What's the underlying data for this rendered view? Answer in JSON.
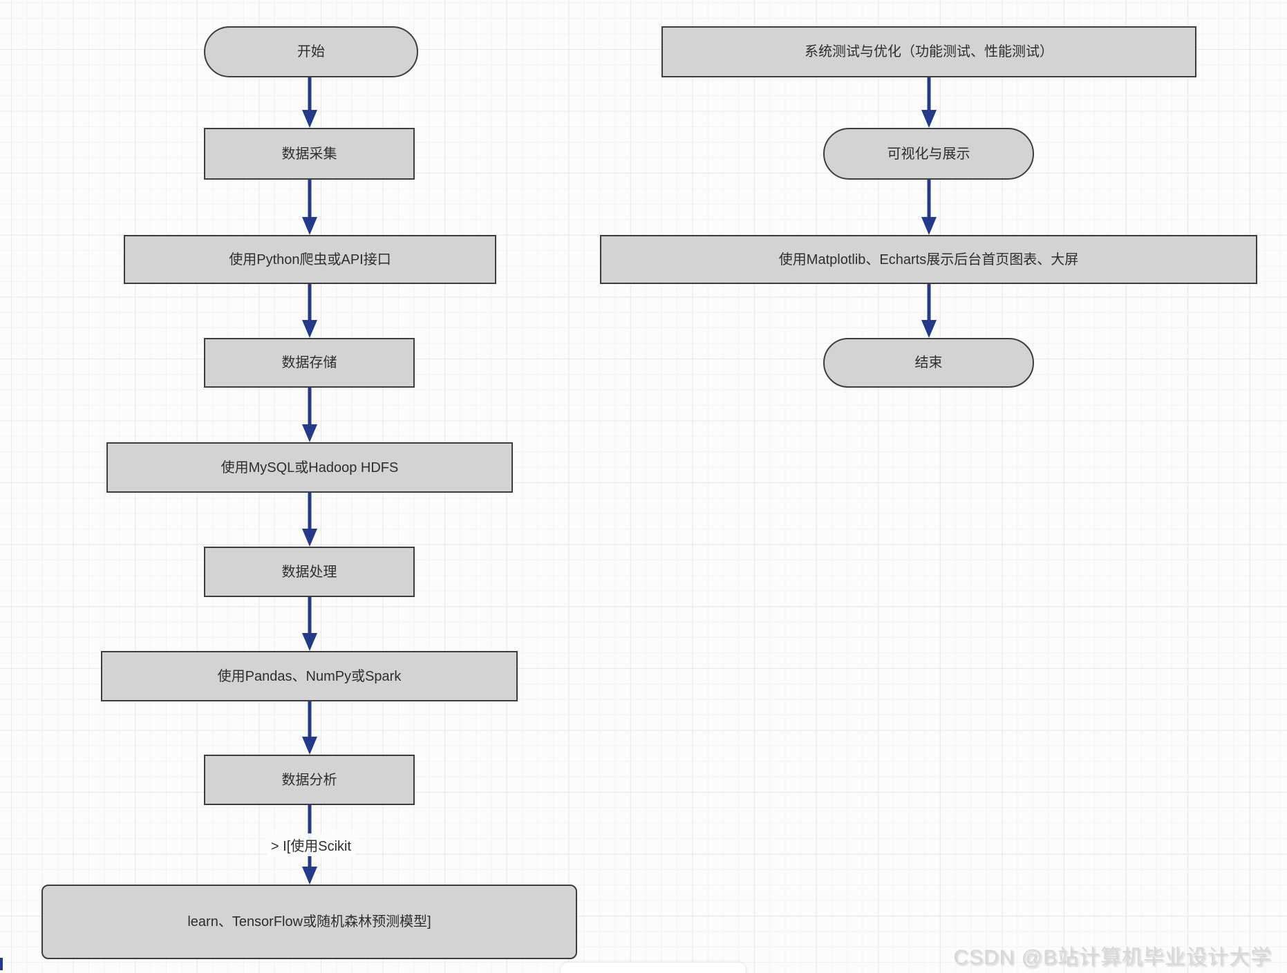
{
  "diagram": {
    "type": "flowchart",
    "left_column": {
      "nodes": [
        {
          "label": "开始",
          "shape": "stadium"
        },
        {
          "label": "数据采集",
          "shape": "rect"
        },
        {
          "label": "使用Python爬虫或API接口",
          "shape": "rect"
        },
        {
          "label": "数据存储",
          "shape": "rect"
        },
        {
          "label": "使用MySQL或Hadoop HDFS",
          "shape": "rect"
        },
        {
          "label": "数据处理",
          "shape": "rect"
        },
        {
          "label": "使用Pandas、NumPy或Spark",
          "shape": "rect"
        },
        {
          "label": "数据分析",
          "shape": "rect"
        },
        {
          "label": "learn、TensorFlow或随机森林预测模型]",
          "shape": "rounded-rect"
        }
      ],
      "edge_label": "> I[使用Scikit"
    },
    "right_column": {
      "nodes": [
        {
          "label": "系统测试与优化（功能测试、性能测试）",
          "shape": "rect"
        },
        {
          "label": "可视化与展示",
          "shape": "stadium"
        },
        {
          "label": "使用Matplotlib、Echarts展示后台首页图表、大屏",
          "shape": "rect"
        },
        {
          "label": "结束",
          "shape": "stadium"
        }
      ]
    },
    "colors": {
      "node_fill": "#d3d3d3",
      "node_border": "#3d3d40",
      "arrow": "#24398a",
      "canvas_background": "#fcfcfd"
    }
  },
  "watermark": {
    "text": "CSDN @B站计算机毕业设计大学"
  }
}
